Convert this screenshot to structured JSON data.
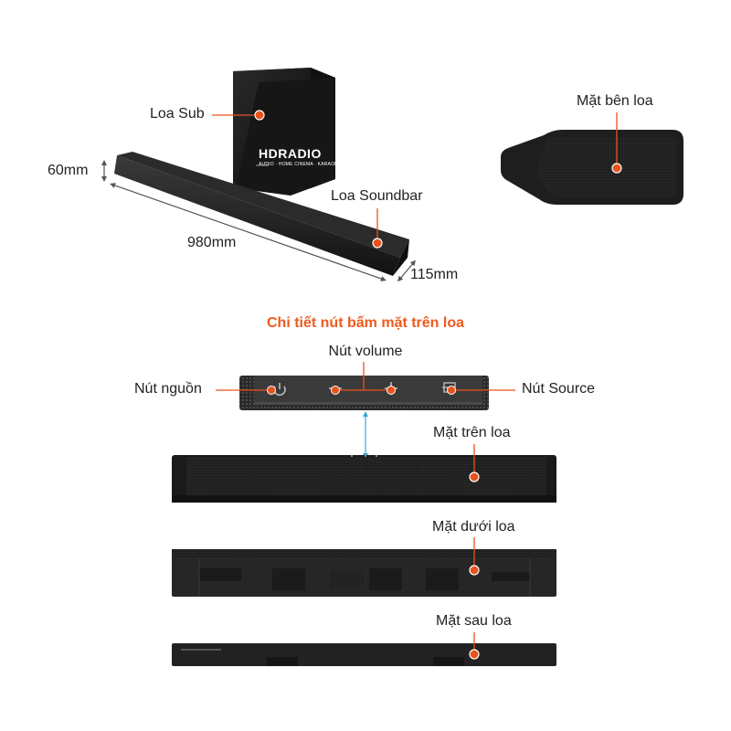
{
  "labels": {
    "sub": "Loa Sub",
    "soundbar": "Loa Soundbar",
    "side": "Mặt bên loa",
    "height_dim": "60mm",
    "length_dim": "980mm",
    "depth_dim": "115mm",
    "buttons_title": "Chi tiết nút bấm mặt trên loa",
    "volume": "Nút volume",
    "power": "Nút nguồn",
    "source": "Nút Source",
    "top_face": "Mặt trên loa",
    "bottom_face": "Mặt dưới loa",
    "back_face": "Mặt sau loa"
  },
  "watermark": {
    "brand": "HDRADIO",
    "tagline": "AUDIO · HOME CINEMA · KARAOKE"
  },
  "colors": {
    "accent": "#ee5a1e",
    "pointer": "#e9531d",
    "device_black": "#1c1c1c",
    "arrow_blue": "#3aa8d8"
  },
  "icons": [
    "power-icon",
    "volume-down-icon",
    "volume-up-icon",
    "source-icon"
  ]
}
